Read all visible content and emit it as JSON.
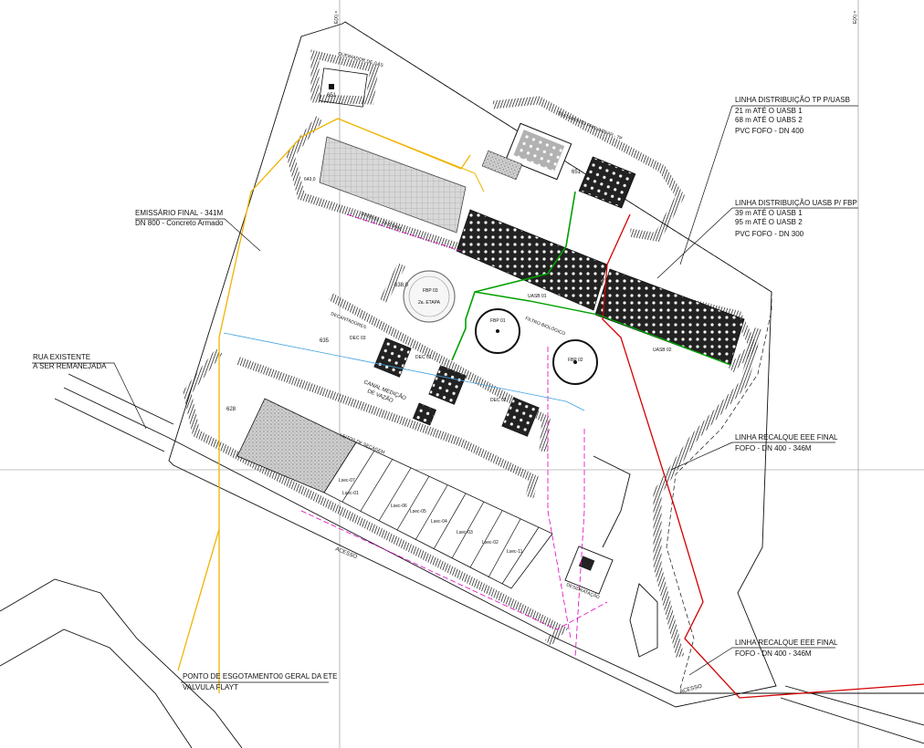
{
  "grid": {
    "left_label": "E(X) =",
    "right_label": "E(X) ="
  },
  "callouts": {
    "linha_tp_uasb": {
      "title": "LINHA DISTRIBUIÇÃO TP P/UASB",
      "line1": "21 m ATÉ O UASB 1",
      "line2": "68 m ATÉ O UABS 2",
      "spec": "PVC FOFO - DN 400"
    },
    "linha_uasb_fbp": {
      "title": "LINHA DISTRIBUIÇÃO UASB P/ FBP",
      "line1": "39 m ATÉ O UASB 1",
      "line2": "95 m ATÉ O UASB 2",
      "spec": "PVC FOFO - DN 300"
    },
    "emissario": {
      "title": "EMISSÁRIO FINAL - 341M",
      "spec": "DN 800 - Concreto Armado"
    },
    "rua": {
      "line1": "RUA EXISTENTE",
      "line2": "A SER REMANEJADA"
    },
    "recalque_1": {
      "title": "LINHA RECALQUE EEE FINAL",
      "spec": "FOFO - DN 400 - 346M"
    },
    "recalque_2": {
      "title": "LINHA RECALQUE EEE FINAL",
      "spec": "FOFO - DN 400 - 346M"
    },
    "ponto": {
      "line1": "PONTO DE ESGOTAMENTO0 GERAL DA ETE",
      "line2": "VALVULA FLAYT"
    }
  },
  "plan_labels": {
    "queimador": "QUEIMADOR DE GÁS",
    "elev_651_a": "651",
    "elev_651_b": "651",
    "elev_643": "643,0",
    "elev_638": "638,0",
    "elev_635": "635",
    "elev_628": "628",
    "tratamento": "TRATAMENTO PRELIMINAR - TP",
    "uasb_03": "UASB 03 - 2a ETAPA",
    "uasb_01": "UASB 01",
    "uasb_02": "UASB 02",
    "fbp_03": "FBP 03",
    "fbp_03_sub": "2a. ETAPA",
    "fbp_01": "FBP 01",
    "fbp_02": "FBP 02",
    "filtro": "FILTRO BIOLÓGICO",
    "decantadores": "DECANTADORES",
    "dec_03": "DEC 03",
    "dec_01": "DEC 01",
    "dec_02": "DEC 02",
    "canal_1": "CANAL MEDIÇÃO",
    "canal_2": "DE VAZÃO",
    "leitos": "LEITOS DE SECAGEM",
    "lsec_07": "Lsec-07",
    "lsec_01": "Lsec-01",
    "lsec_06": "Lsec-06",
    "lsec_05": "Lsec-05",
    "lsec_04": "Lsec-04",
    "lsec_03": "Lsec-03",
    "lsec_02": "Lsec-02",
    "lsec_11": "Lsec-11",
    "desidratacao": "DESIDRATAÇÃO",
    "acesso_1": "ACESSO",
    "acesso_2": "ACESSO"
  },
  "colors": {
    "emissario_line": "#f0b400",
    "recalque_line": "#d40000",
    "distrib_line": "#00a000",
    "lodo_line": "#e000c0",
    "agua_line": "#40a0e0",
    "drawing": "#111111"
  }
}
